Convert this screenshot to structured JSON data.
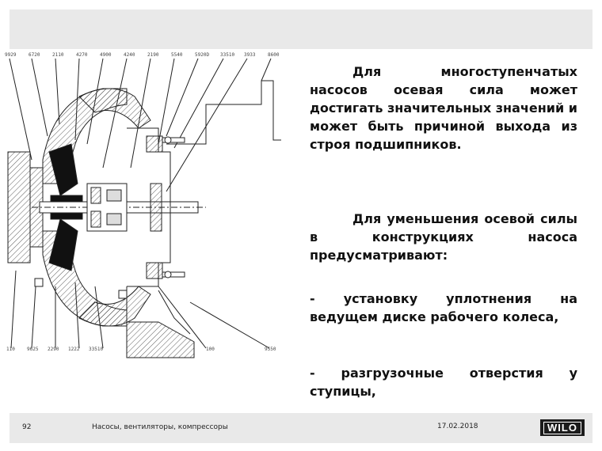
{
  "drawing": {
    "top_labels": [
      "9929",
      "6720",
      "2110",
      "4270",
      "4900",
      "4240",
      "2190",
      "5540",
      "5920D",
      "33510",
      "3933",
      "8600"
    ],
    "bottom_labels": [
      "110",
      "9625",
      "2290",
      "1222",
      "33510",
      "100",
      "9550"
    ]
  },
  "text": {
    "p1": "Для многоступенчатых насосов осевая сила может достигать значительных значений и может быть причиной выхода из строя подшипников.",
    "p2": "Для уменьшения осевой силы в конструкциях насоса предусматривают:",
    "p3": "- установку уплотнения на ведущем диске рабочего колеса,",
    "p4": "- разгрузочные отверстия у ступицы,"
  },
  "footer": {
    "page": "92",
    "title": "Насосы, вентиляторы, компрессоры",
    "date": "17.02.2018",
    "logo": "WILO"
  }
}
